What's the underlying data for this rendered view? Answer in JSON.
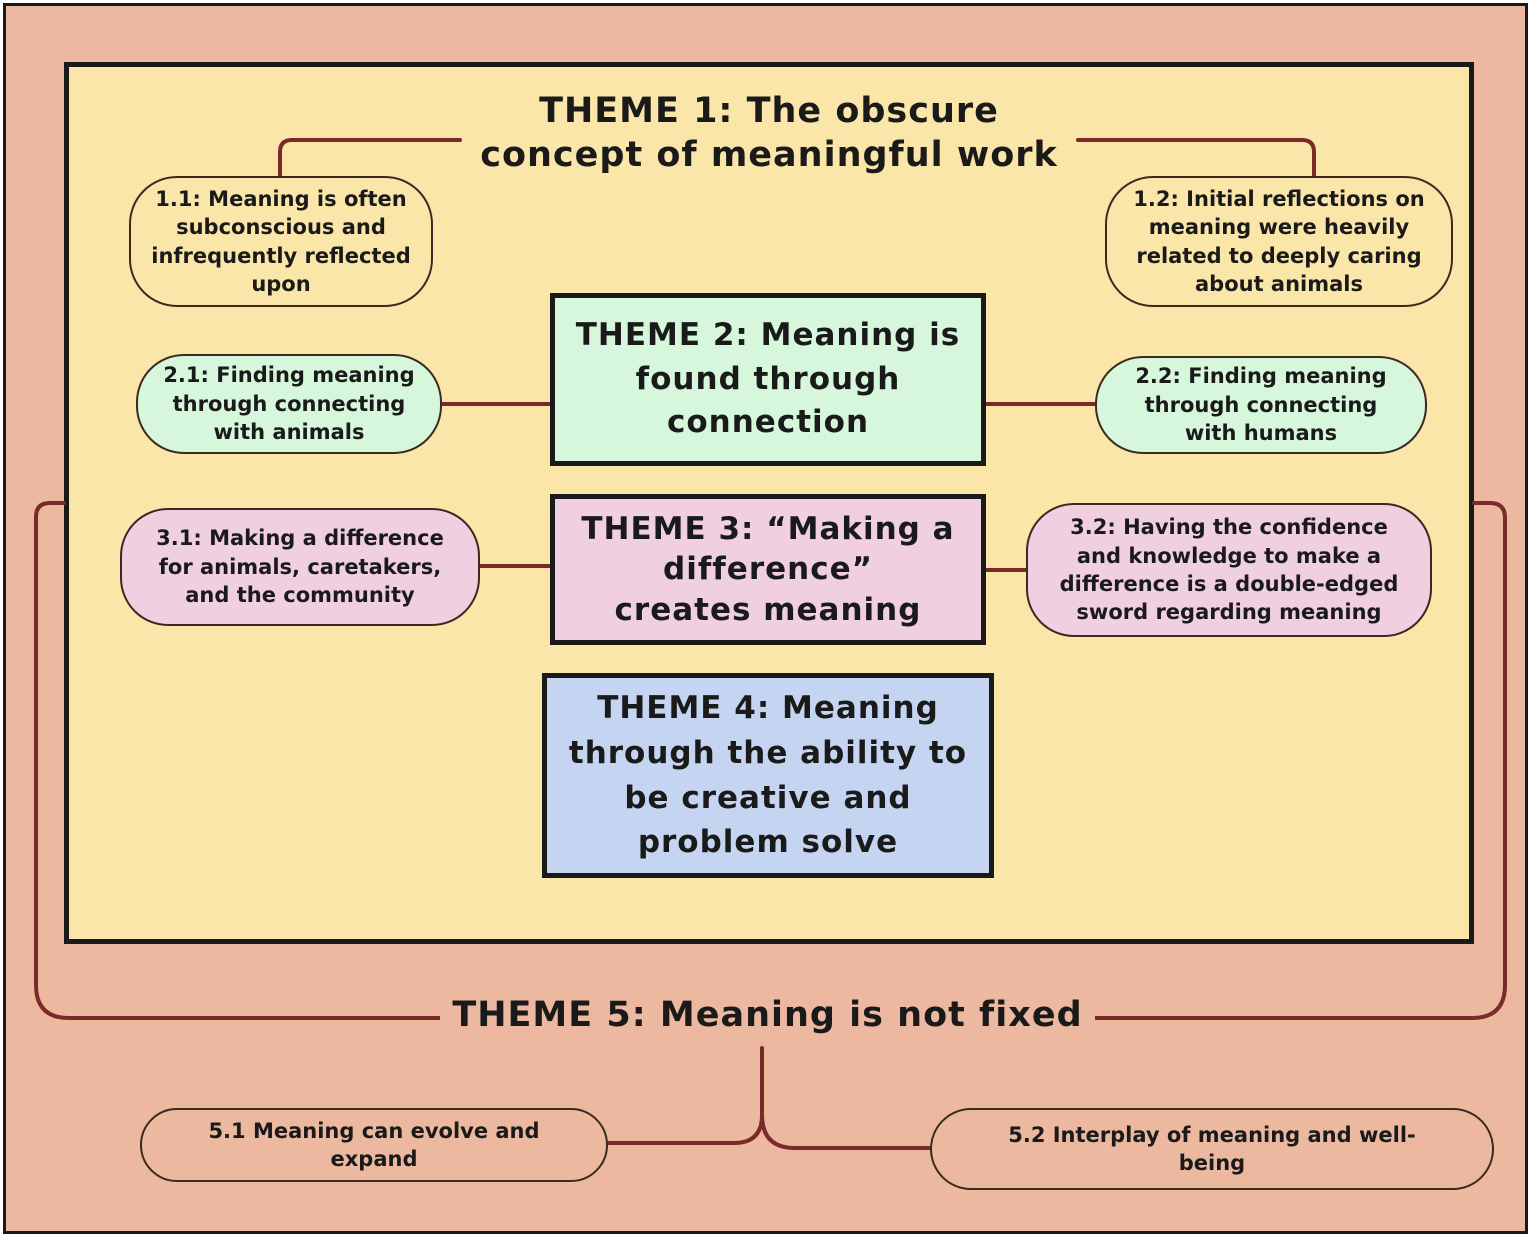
{
  "colors": {
    "outer_bg": "#ecb9a0",
    "inner_bg": "#fbe6aa",
    "connector": "#7a2a2a",
    "theme2_fill": "#d6f7dc",
    "theme3_fill": "#f0cfe0",
    "theme4_fill": "#c5d5f1",
    "theme1_subtheme_fill": "#fbe6aa",
    "theme5_subtheme_fill": "#ecb9a0"
  },
  "themes": {
    "t1": {
      "line1": "THEME 1: The obscure",
      "line2": "concept of meaningful work"
    },
    "t2": {
      "line1": "THEME 2: Meaning is",
      "line2": "found through",
      "line3": "connection"
    },
    "t3": {
      "line1": "THEME 3: “Making a",
      "line2": "difference”",
      "line3": "creates meaning"
    },
    "t4": {
      "line1": "THEME 4: Meaning",
      "line2": "through the ability to",
      "line3": "be creative and",
      "line4": "problem solve"
    },
    "t5": {
      "label": "THEME 5: Meaning is not fixed"
    }
  },
  "subthemes": {
    "s1_1": [
      "1.1: Meaning is often",
      "subconscious and",
      "infrequently reflected",
      "upon"
    ],
    "s1_2": [
      "1.2: Initial reflections on",
      "meaning were heavily",
      "related to deeply caring",
      "about animals"
    ],
    "s2_1": [
      "2.1: Finding meaning",
      "through connecting",
      "with animals"
    ],
    "s2_2": [
      "2.2:  Finding meaning",
      "through connecting",
      "with humans"
    ],
    "s3_1": [
      "3.1: Making a difference",
      "for animals, caretakers,",
      "and the community"
    ],
    "s3_2": [
      "3.2: Having the confidence",
      "and knowledge to make a",
      "difference is a double-edged",
      "sword regarding meaning"
    ],
    "s5_1": [
      "5.1 Meaning can evolve and",
      "expand"
    ],
    "s5_2": [
      "5.2 Interplay of meaning and well-",
      "being"
    ]
  }
}
